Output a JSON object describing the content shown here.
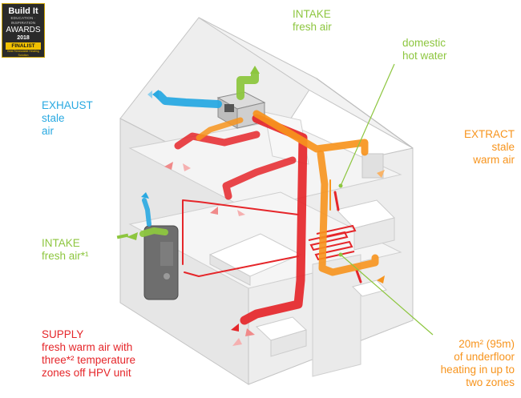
{
  "colors": {
    "intake": "#8dc63f",
    "exhaust": "#29a9e1",
    "extract": "#f7941d",
    "supply": "#e5262a",
    "house": "#c9c9c9"
  },
  "badge": {
    "line1": "Build It",
    "line2": "EDUCATION · INSPIRATION",
    "line3": "AWARDS",
    "line4": "2018",
    "line5": "FINALIST",
    "line6": "Best Renewable Heating Solution"
  },
  "labels": {
    "intake_top": {
      "line1": "INTAKE",
      "line2": "fresh air"
    },
    "dhw": {
      "line1": "domestic",
      "line2": "hot water"
    },
    "exhaust": {
      "line1": "EXHAUST",
      "line2": "stale",
      "line3": "air"
    },
    "extract": {
      "line1": "EXTRACT",
      "line2": "stale",
      "line3": "warm air"
    },
    "intake_side": {
      "line1": "INTAKE",
      "line2": "fresh air*¹"
    },
    "supply": {
      "line1": "SUPPLY",
      "line2": "fresh warm air with",
      "line3": "three*² temperature",
      "line4": "zones off HPV unit"
    },
    "underfloor": {
      "line1": "20m² (95m)",
      "line2": "of underfloor",
      "line3": "heating in up to",
      "line4": "two zones"
    }
  }
}
